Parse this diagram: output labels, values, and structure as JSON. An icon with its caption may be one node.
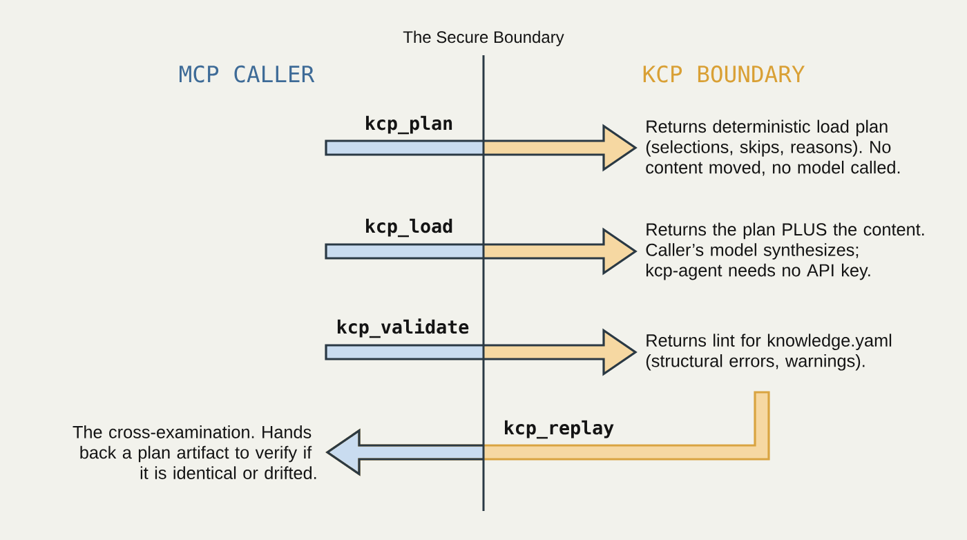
{
  "diagram": {
    "title": "The Secure Boundary",
    "nodes": [
      {
        "text": [
          "Returns deterministic load plan (selections, skips, reasons). No content moved, no model called."
        ]
      },
      {
        "text": [
          "Returns the plan PLUS the content. Caller’s model synthesizes; kcp-agent needs no API key."
        ]
      },
      {
        "text": [
          "Returns lint for knowledge.yaml (structural errors, warnings)."
        ]
      },
      {
        "text": [
          "The cross-examination. Hands back a plan artifact to verify if it is identical or drifted."
        ]
      }
    ],
    "edges": [
      {
        "from": null,
        "to": 0,
        "arrow": "to",
        "label": "kcp_plan"
      },
      {
        "from": null,
        "to": 1,
        "arrow": "to",
        "label": "kcp_load"
      },
      {
        "from": null,
        "to": 2,
        "arrow": "to",
        "label": "kcp_validate"
      },
      {
        "from": null,
        "to": 3,
        "arrow": "to",
        "label": "kcp_replay",
        "color": "#d9a441"
      }
    ],
    "labels": [
      "MCP CALLER",
      "KCP BOUNDARY"
    ]
  }
}
